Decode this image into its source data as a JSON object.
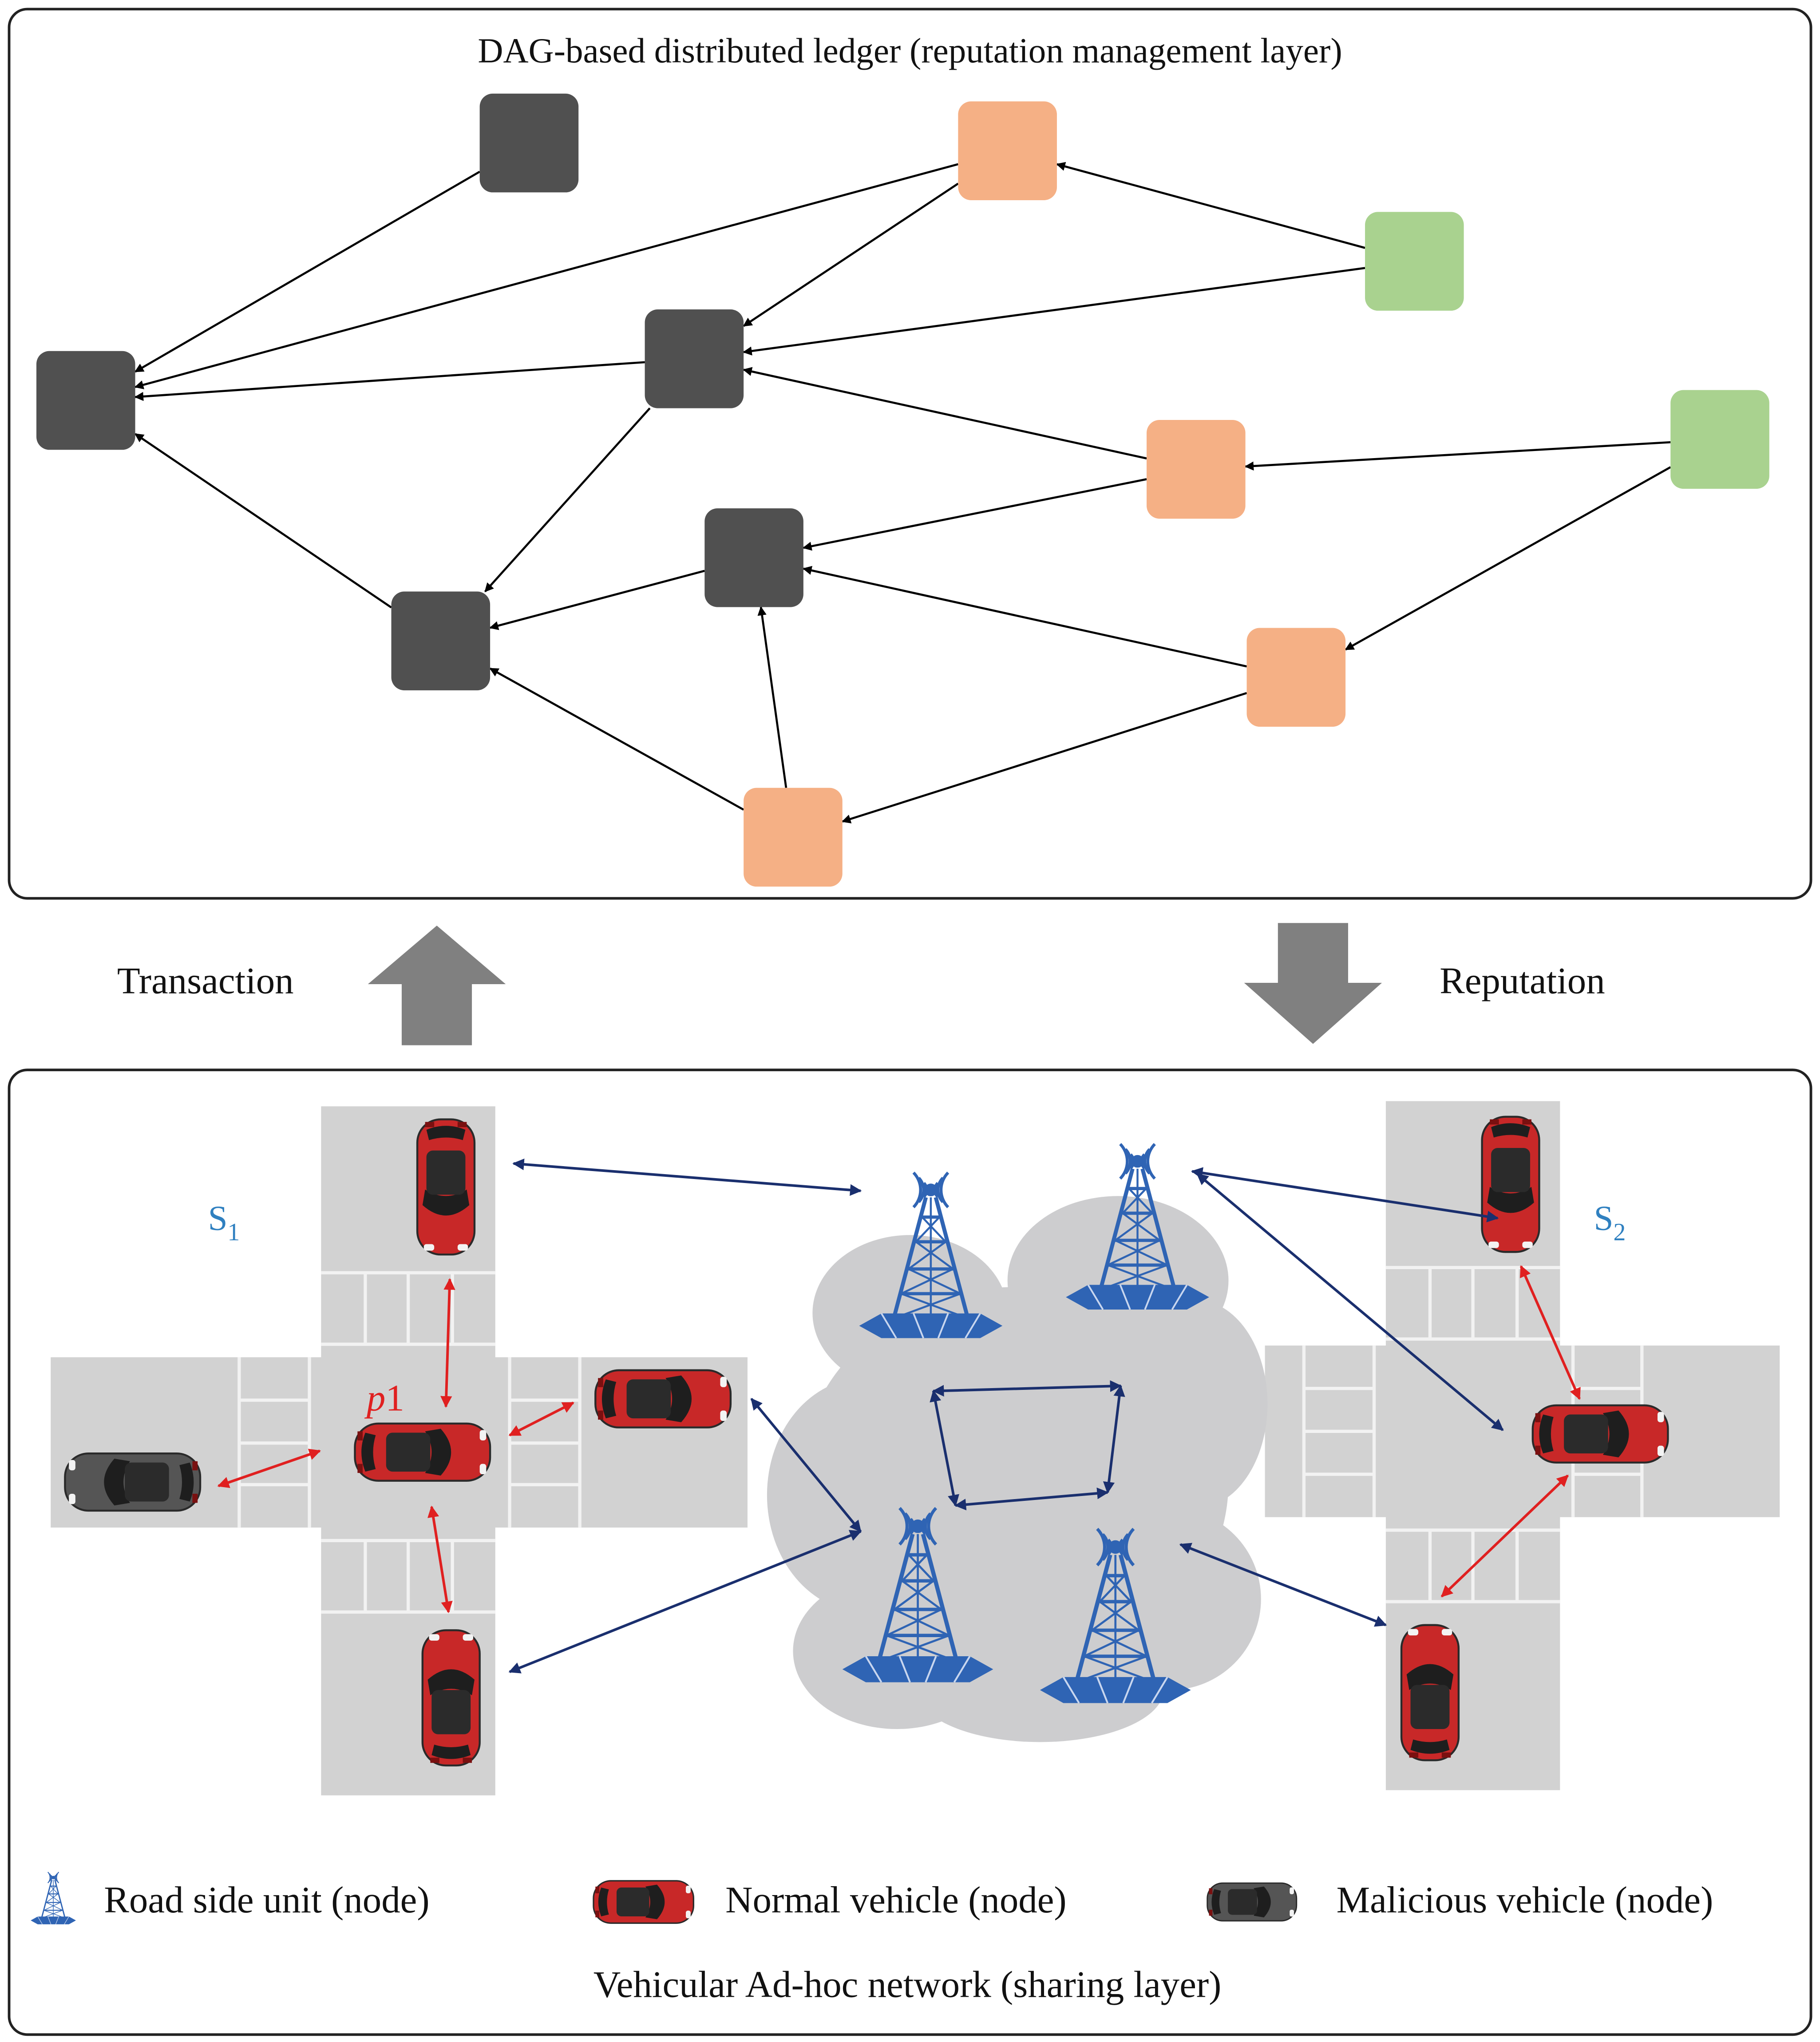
{
  "top_panel": {
    "title": "DAG-based distributed ledger (reputation management layer)",
    "blocks": [
      {
        "id": "b1",
        "status": "confirmed"
      },
      {
        "id": "b2",
        "status": "confirmed"
      },
      {
        "id": "b3",
        "status": "confirmed"
      },
      {
        "id": "b4",
        "status": "confirmed"
      },
      {
        "id": "b5",
        "status": "confirmed"
      },
      {
        "id": "b6",
        "status": "pending"
      },
      {
        "id": "b7",
        "status": "pending"
      },
      {
        "id": "b8",
        "status": "pending"
      },
      {
        "id": "b9",
        "status": "pending"
      },
      {
        "id": "b10",
        "status": "tip"
      },
      {
        "id": "b11",
        "status": "tip"
      }
    ],
    "edges": [
      [
        "b6",
        "b1"
      ],
      [
        "b2",
        "b1"
      ],
      [
        "b3",
        "b1"
      ],
      [
        "b4",
        "b1"
      ],
      [
        "b6",
        "b3"
      ],
      [
        "b10",
        "b6"
      ],
      [
        "b10",
        "b3"
      ],
      [
        "b7",
        "b3"
      ],
      [
        "b7",
        "b5"
      ],
      [
        "b11",
        "b7"
      ],
      [
        "b11",
        "b8"
      ],
      [
        "b8",
        "b5"
      ],
      [
        "b3",
        "b4"
      ],
      [
        "b5",
        "b4"
      ],
      [
        "b9",
        "b4"
      ],
      [
        "b9",
        "b5"
      ],
      [
        "b8",
        "b9"
      ]
    ]
  },
  "arrows": {
    "transaction": "Transaction",
    "reputation": "Reputation"
  },
  "bottom_panel": {
    "title": "Vehicular Ad-hoc network (sharing layer)",
    "zone_s1": {
      "base": "S",
      "sub": "1"
    },
    "zone_s2": {
      "base": "S",
      "sub": "2"
    },
    "p1": {
      "base": "p",
      "num": "1"
    }
  },
  "legend": {
    "rsu": "Road side unit (node)",
    "normal": "Normal vehicle (node)",
    "malicious": "Malicious vehicle (node)"
  },
  "colors": {
    "confirmed": "#505050",
    "pending": "#f5b085",
    "tip": "#a9d28f",
    "road": "#d2d2d2",
    "cloud": "#cdcdcf",
    "tower": "#2f64b4",
    "link_rsu": "#1a2f6e",
    "link_v2v": "#e02020",
    "car_normal": "#c82828",
    "car_malicious": "#555555",
    "zone_label": "#2f80c0",
    "p1_label": "#e02020",
    "big_arrow": "#808080"
  }
}
